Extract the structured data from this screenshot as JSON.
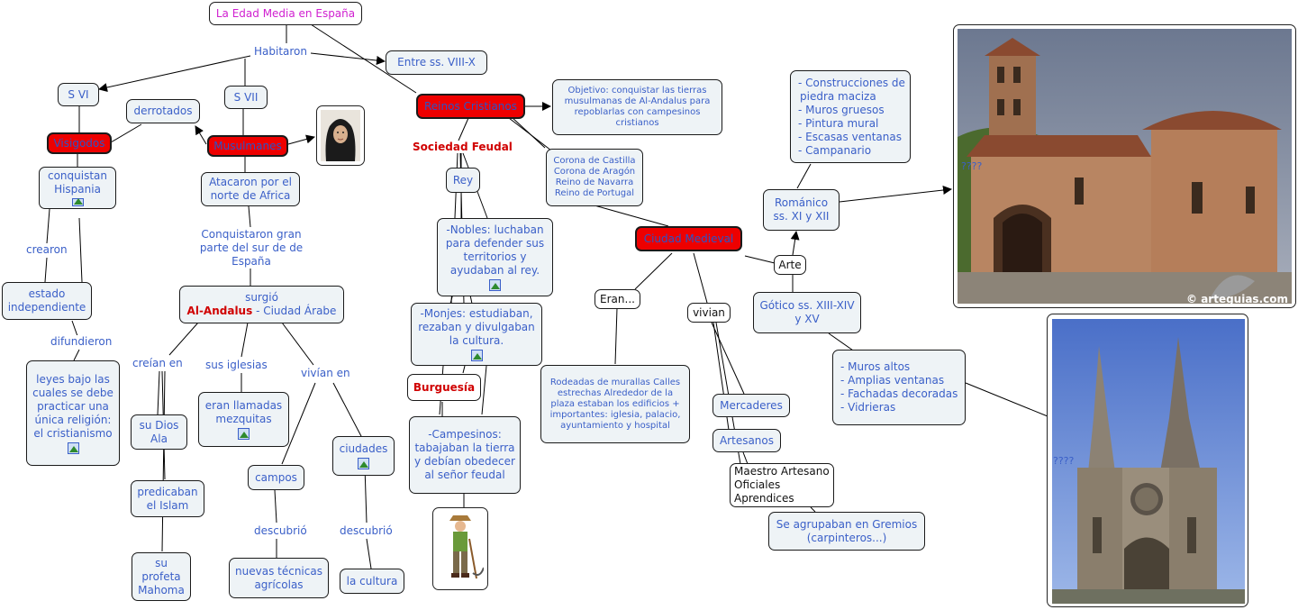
{
  "nodes": {
    "title": "La Edad Media en España",
    "habitaron": "Habitaron",
    "s6": "S VI",
    "s7": "S VII",
    "entre": "Entre ss. VIII-X",
    "derrotados": "derrotados",
    "visigodos": "Visigodos",
    "musulmanes": "Musulmanes",
    "reinos": "Reinos Cristianos",
    "objetivo": "Objetivo: conquistar las tierras musulmanas de Al-Andalus para repoblarlas con campesinos cristianos",
    "sociedad": "Sociedad Feudal",
    "conquistan": "conquistan Hispania",
    "atacaron": "Atacaron por el norte de Africa",
    "rey": "Rey",
    "coronas": [
      "Corona de Castilla",
      "Corona de Aragón",
      "Reino de Navarra",
      "Reino de Portugal"
    ],
    "crearon": "crearon",
    "conquistaron": "Conquistaron gran parte del sur de de España",
    "nobles": "-Nobles: luchaban para defender sus territorios y ayudaban al rey.",
    "ciudad": "Ciudad Medieval",
    "estado": "estado independiente",
    "surgio": "surgió",
    "alandalus_bold": "Al-Andalus",
    "alandalus_rest": " - Ciudad Árabe",
    "difundieron": "difundieron",
    "monjes": "-Monjes: estudiaban, rezaban y divulgaban la cultura.",
    "eran": "Eran...",
    "vivian": "vivian",
    "arte": "Arte",
    "leyes": "leyes bajo las cuales se debe practicar una única religión: el cristianismo",
    "creian": "creían en",
    "iglesias": "sus iglesias",
    "vivian_en": "vivían en",
    "burguesia": "Burguesía",
    "rodeadas": "Rodeadas de murallas Calles estrechas Alrededor de la plaza estaban los edificios + importantes: iglesia, palacio, ayuntamiento y hospital",
    "mercaderes": "Mercaderes",
    "artesanos": "Artesanos",
    "gremio_lines": [
      "Maestro Artesano",
      "Oficiales",
      "Aprendices"
    ],
    "gremios": "Se agrupaban en Gremios (carpinteros...)",
    "dios": "su Dios Ala",
    "mezquitas": "eran llamadas mezquitas",
    "ciudades": "ciudades",
    "campos": "campos",
    "campesinos": "-Campesinos: tabajaban la tierra y debían obedecer al señor feudal",
    "predicaban": "predicaban el Islam",
    "descubrio1": "descubrió",
    "descubrio2": "descubrió",
    "profeta": "su profeta Mahoma",
    "tecnicas": "nuevas técnicas agrícolas",
    "cultura": "la cultura",
    "construcciones": [
      "- Construcciones de",
      "  piedra maciza",
      "- Muros gruesos",
      "- Pintura mural",
      "- Escasas ventanas",
      "- Campanario"
    ],
    "romanico": "Románico ss. XI y XII",
    "gotico": "Gótico ss. XIII-XIV y XV",
    "gotico_list": [
      "- Muros altos",
      "- Amplias ventanas",
      "- Fachadas decoradas",
      "- Vidrieras"
    ]
  },
  "photos": {
    "romanesque_credit": "© arteguias.com",
    "qq1": "????",
    "qq2": "????"
  },
  "icons": {
    "picture": "image-icon",
    "girl": "muslim-girl-image",
    "peasant": "peasant-image",
    "romanesque": "romanesque-church-photo",
    "gothic": "gothic-cathedral-photo"
  },
  "colors": {
    "node_fill": "#eef3f6",
    "red_node": "#ee0000",
    "link_text": "#3a5fc8",
    "title_text": "#d020d0",
    "heading_red": "#d00000"
  }
}
